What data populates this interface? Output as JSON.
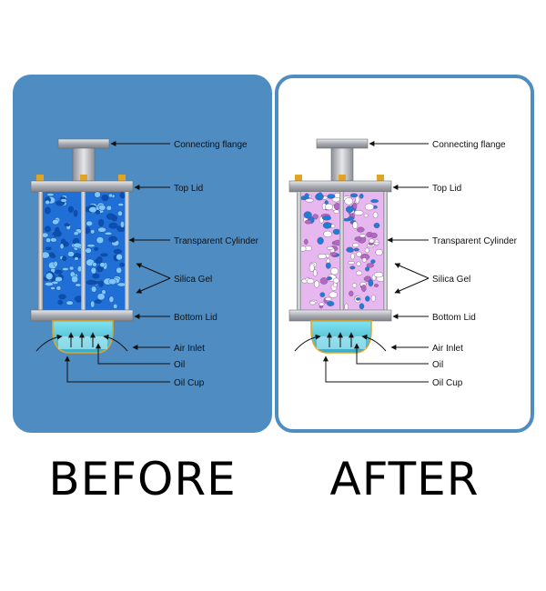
{
  "colors": {
    "panel_blue": "#4e8cc2",
    "gel_before": "#1f6fd6",
    "gel_after": "#e7b8ef",
    "oil": "#5ad2e6",
    "metal": "#b9bcc2"
  },
  "panels": {
    "before": {
      "title": "BEFORE",
      "labels": {
        "connecting_flange": "Connecting flange",
        "top_lid": "Top Lid",
        "transparent_cylinder": "Transparent Cylinder",
        "silica_gel": "Silica Gel",
        "bottom_lid": "Bottom Lid",
        "air_inlet": "Air Inlet",
        "oil": "Oil",
        "oil_cup": "Oil Cup"
      }
    },
    "after": {
      "title": "AFTER",
      "labels": {
        "connecting_flange": "Connecting flange",
        "top_lid": "Top Lid",
        "transparent_cylinder": "Transparent Cylinder",
        "silica_gel": "Silica Gel",
        "bottom_lid": "Bottom Lid",
        "air_inlet": "Air Inlet",
        "oil": "Oil",
        "oil_cup": "Oil Cup"
      }
    }
  }
}
